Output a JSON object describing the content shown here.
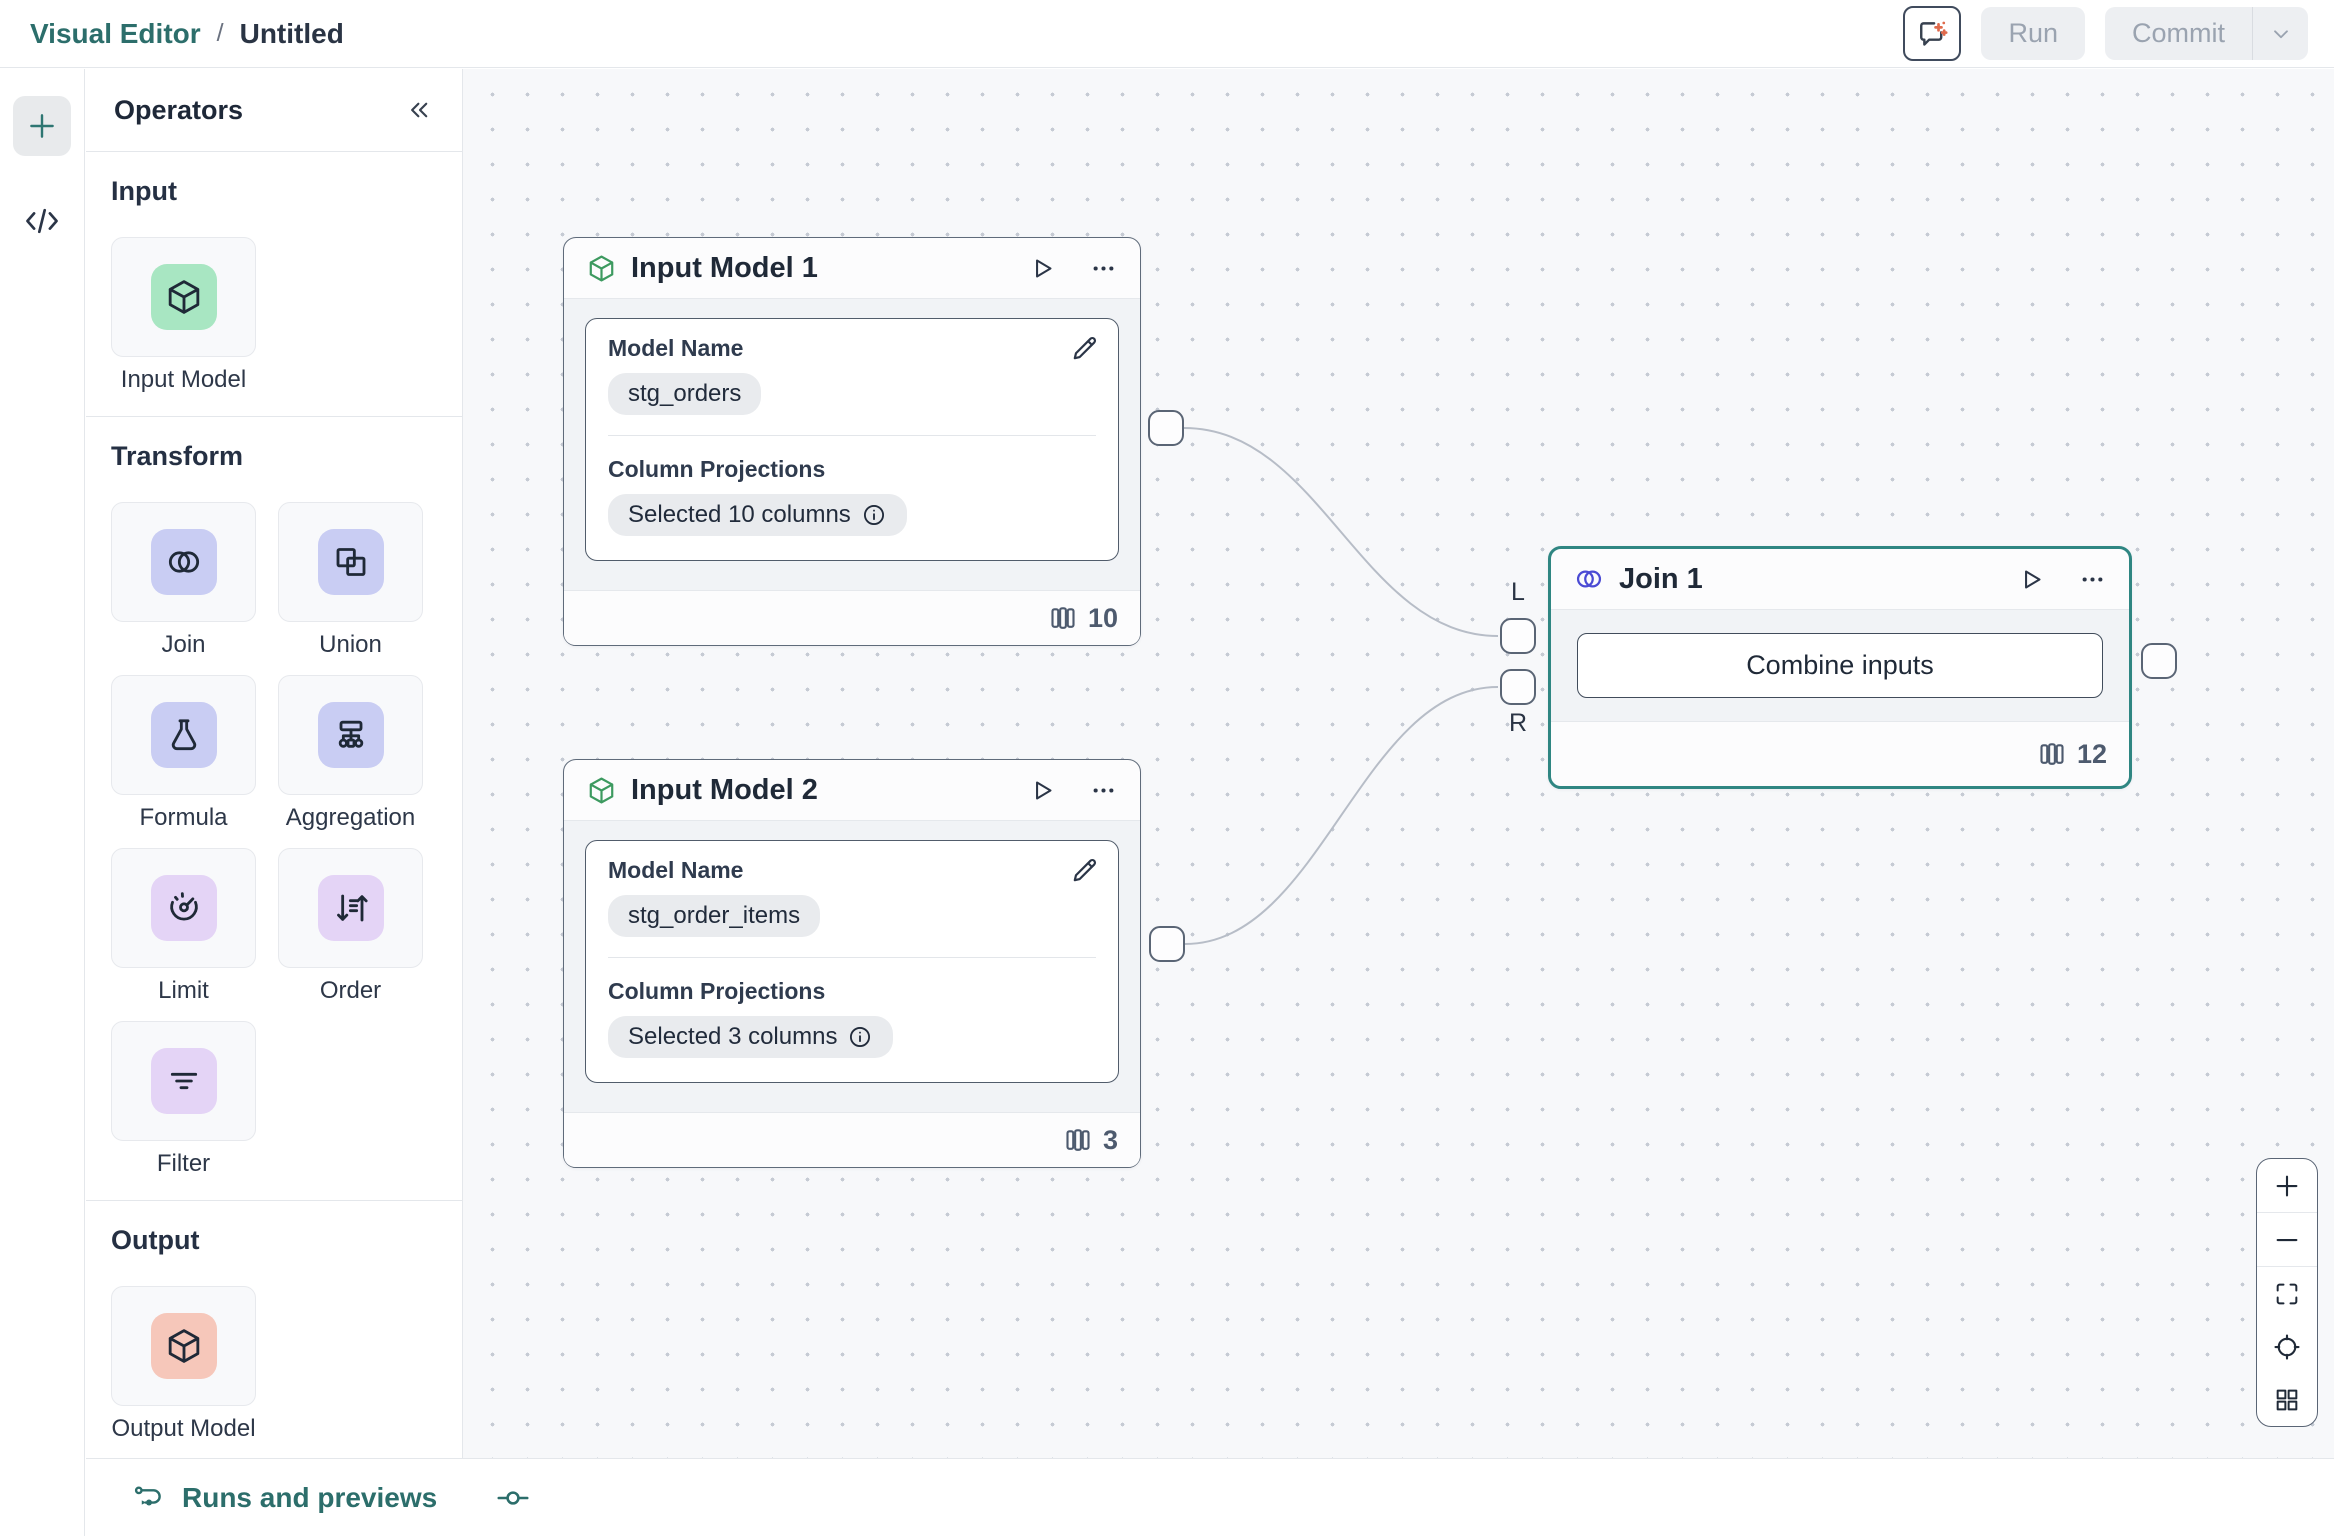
{
  "header": {
    "breadcrumb": {
      "app": "Visual Editor",
      "separator": "/",
      "page": "Untitled"
    },
    "ai_button_icon": "chat-sparkles-icon",
    "run_label": "Run",
    "commit_label": "Commit",
    "commit_dropdown_icon": "chevron-down-icon"
  },
  "left_rail": {
    "add_icon": "plus-icon",
    "code_icon": "code-icon"
  },
  "operators_panel": {
    "title": "Operators",
    "collapse_icon": "chevrons-left-icon",
    "sections": [
      {
        "label": "Input",
        "items": [
          {
            "label": "Input Model",
            "icon": "cube-icon",
            "tile_color": "#A8E6C2"
          }
        ]
      },
      {
        "label": "Transform",
        "items": [
          {
            "label": "Join",
            "icon": "join-circles-icon",
            "tile_color": "#C9CDF3"
          },
          {
            "label": "Union",
            "icon": "union-squares-icon",
            "tile_color": "#C9CDF3"
          },
          {
            "label": "Formula",
            "icon": "flask-icon",
            "tile_color": "#C9CDF3"
          },
          {
            "label": "Aggregation",
            "icon": "aggregation-tree-icon",
            "tile_color": "#C9CDF3"
          },
          {
            "label": "Limit",
            "icon": "gauge-icon",
            "tile_color": "#E4D4F6"
          },
          {
            "label": "Order",
            "icon": "sort-arrows-icon",
            "tile_color": "#E4D4F6"
          },
          {
            "label": "Filter",
            "icon": "filter-lines-icon",
            "tile_color": "#E4D4F6"
          }
        ]
      },
      {
        "label": "Output",
        "items": [
          {
            "label": "Output Model",
            "icon": "cube-icon",
            "tile_color": "#F6C7BA"
          }
        ]
      }
    ]
  },
  "canvas": {
    "nodes": [
      {
        "id": "input_model_1",
        "type": "input_model",
        "title": "Input Model 1",
        "icon": "cube-icon",
        "icon_color": "#3D9A60",
        "fields": [
          {
            "label": "Model Name",
            "value": "stg_orders"
          },
          {
            "label": "Column Projections",
            "value": "Selected 10 columns",
            "info_icon": true
          }
        ],
        "columns_count": "10"
      },
      {
        "id": "input_model_2",
        "type": "input_model",
        "title": "Input Model 2",
        "icon": "cube-icon",
        "icon_color": "#3D9A60",
        "fields": [
          {
            "label": "Model Name",
            "value": "stg_order_items"
          },
          {
            "label": "Column Projections",
            "value": "Selected 3 columns",
            "info_icon": true
          }
        ],
        "columns_count": "3"
      },
      {
        "id": "join_1",
        "type": "join",
        "title": "Join 1",
        "selected": true,
        "icon": "join-circles-icon",
        "icon_color": "#4B4BD4",
        "body_button": "Combine inputs",
        "input_port_labels": {
          "left": "L",
          "right": "R"
        },
        "columns_count": "12"
      }
    ],
    "edges": [
      {
        "from": "input_model_1",
        "to": "join_1",
        "to_port": "L"
      },
      {
        "from": "input_model_2",
        "to": "join_1",
        "to_port": "R"
      }
    ]
  },
  "zoom_controls": {
    "items": [
      "zoom-in-icon",
      "zoom-out-icon",
      "fit-view-icon",
      "locate-icon",
      "minimap-icon"
    ]
  },
  "footer": {
    "runs_label": "Runs and previews",
    "commit_graph_icon": "commit-node-icon"
  },
  "colors": {
    "brand_teal": "#2C6E6B",
    "selected_node_border": "#2F8682",
    "input_tile": "#A8E6C2",
    "transform_tile_blue": "#C9CDF3",
    "transform_tile_purple": "#E4D4F6",
    "output_tile": "#F6C7BA",
    "input_node_icon": "#3D9A60",
    "join_node_icon": "#4B4BD4",
    "sparkle_coral": "#E06A4C",
    "disabled_button_bg": "#EDEFF2",
    "disabled_button_text": "#9AA3B0",
    "canvas_bg": "#F7F8FA",
    "edge_stroke": "#B7BDC7"
  }
}
